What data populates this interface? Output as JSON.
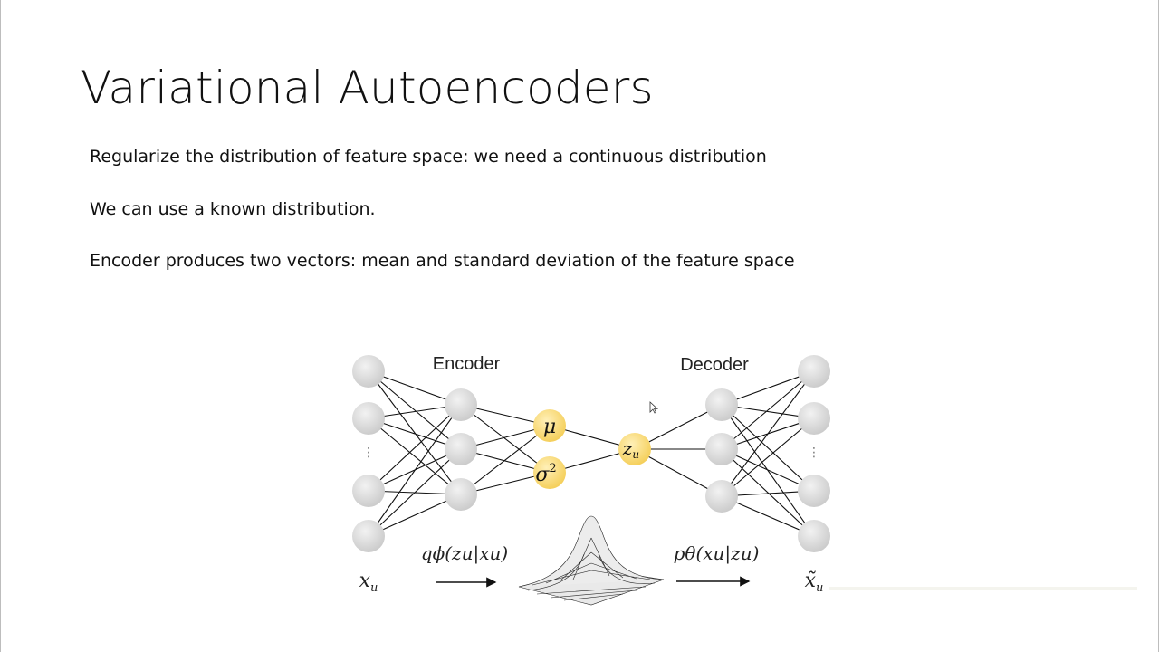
{
  "slide": {
    "title": "Variational Autoencoders",
    "bullets": [
      "Regularize the distribution of feature space: we need a continuous distribution",
      "We can use a known distribution.",
      "Encoder produces two vectors: mean and standard deviation of the feature space"
    ]
  },
  "figure": {
    "encoder_label": "Encoder",
    "decoder_label": "Decoder",
    "mu_symbol": "μ",
    "sigma_symbol": "σ",
    "sigma_exponent": "2",
    "z_symbol": "z",
    "z_subscript": "u",
    "input_symbol": "x",
    "input_subscript": "u",
    "output_symbol": "x̃",
    "output_subscript": "u",
    "encoder_dist": "qϕ(zu|xu)",
    "decoder_dist": "pθ(xu|zu)",
    "ellipsis": "⋮",
    "node_color": "#d7d7d7",
    "latent_color": "#f7d46a"
  }
}
